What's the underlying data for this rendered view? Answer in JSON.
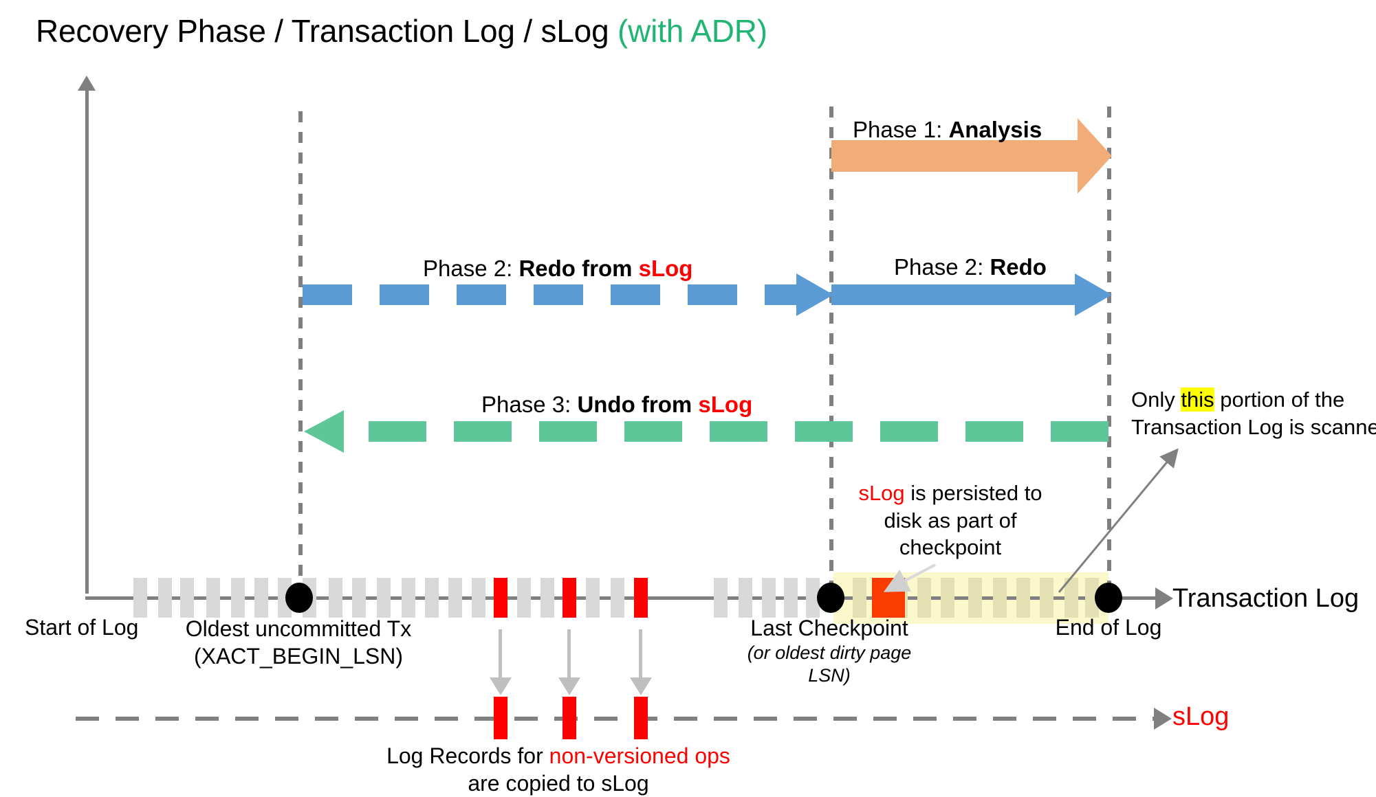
{
  "title": {
    "main": "Recovery Phase / Transaction Log / sLog ",
    "accent": "(with ADR)",
    "accent_color": "#21b573"
  },
  "phases": [
    {
      "id": "phase1",
      "prefix": "Phase 1: ",
      "name": "Analysis",
      "color": "#f2ac77",
      "style": "solid",
      "direction": "right",
      "from": "Last Checkpoint",
      "to": "End of Log"
    },
    {
      "id": "phase2-slog",
      "prefix": "Phase 2: ",
      "name": "Redo from ",
      "source": "sLog",
      "color": "#5b9bd5",
      "style": "dashed",
      "direction": "right",
      "from": "Oldest uncommitted Tx",
      "to": "Last Checkpoint"
    },
    {
      "id": "phase2-redo",
      "prefix": "Phase 2: ",
      "name": "Redo",
      "color": "#5b9bd5",
      "style": "solid",
      "direction": "right",
      "from": "Last Checkpoint",
      "to": "End of Log"
    },
    {
      "id": "phase3-undo",
      "prefix": "Phase 3: ",
      "name": "Undo from ",
      "source": "sLog",
      "color": "#5fc699",
      "style": "dashed",
      "direction": "left",
      "from": "End of Log",
      "to": "Oldest uncommitted Tx"
    }
  ],
  "timeline": {
    "axis_label": "Transaction Log",
    "slog_label": "sLog",
    "markers": [
      {
        "id": "start-of-log",
        "label": "Start of Log",
        "sublabel": ""
      },
      {
        "id": "oldest-uncommitted-tx",
        "label": "Oldest uncommitted Tx",
        "sublabel": "(XACT_BEGIN_LSN)"
      },
      {
        "id": "last-checkpoint",
        "label": "Last Checkpoint",
        "sublabel": "(or oldest dirty page LSN)"
      },
      {
        "id": "end-of-log",
        "label": "End of Log",
        "sublabel": ""
      }
    ],
    "highlight_color": "#fbf8cc",
    "record_color": "#d9d9d9",
    "nonversioned_record_color": "#ff0000",
    "checkpoint_record_color": "#fa3c00"
  },
  "annotations": {
    "persist": {
      "red_word": "sLog",
      "line1_rest": " is persisted to",
      "line2": "disk as part of",
      "line3": "checkpoint"
    },
    "scanned": {
      "pre": "Only ",
      "highlight": "this",
      "post": " portion of the",
      "line2": "Transaction Log is scanned."
    },
    "copied": {
      "line1_pre": "Log Records for ",
      "line1_red": "non-versioned ops",
      "line2": "are copied to sLog"
    }
  }
}
